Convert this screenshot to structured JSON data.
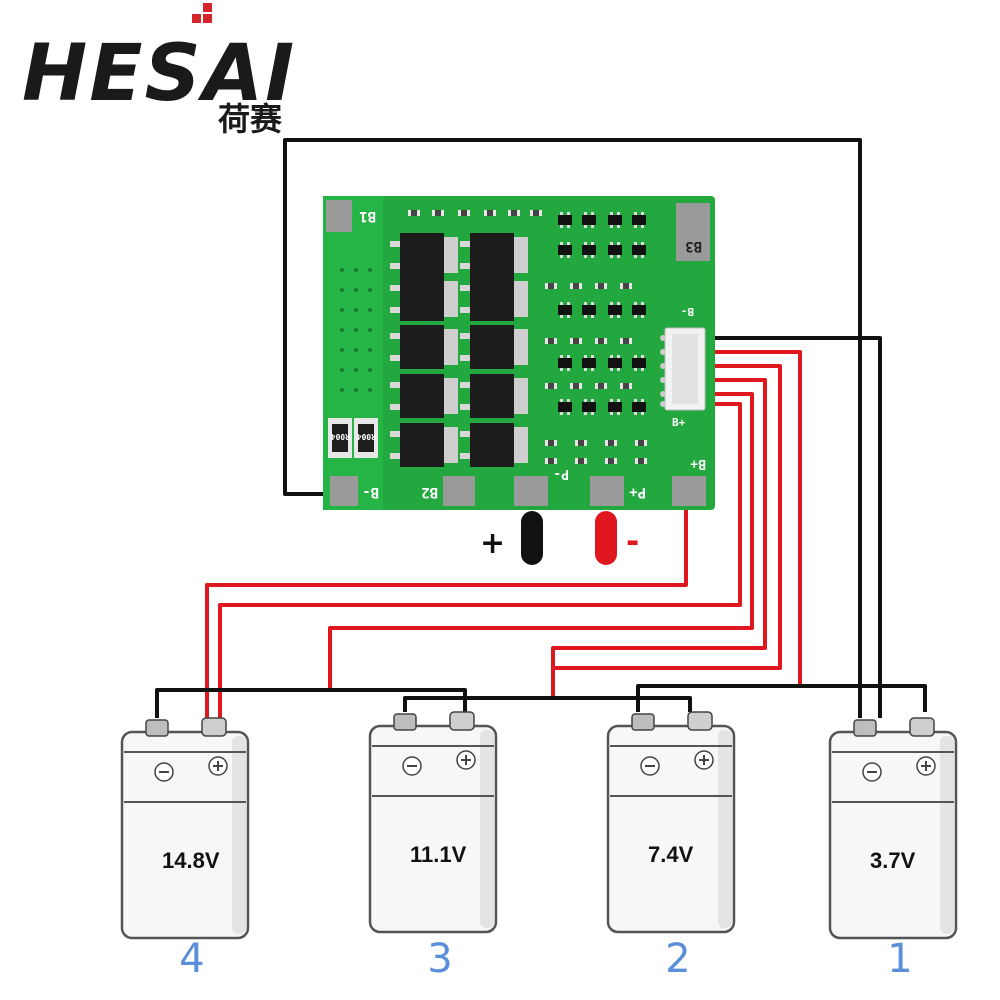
{
  "logo": {
    "brand": "HESAI",
    "chinese": "荷赛"
  },
  "board": {
    "pads": {
      "b1": "B1",
      "b2": "B2",
      "b3": "B3",
      "b_minus": "B-",
      "p_minus": "P-",
      "p_plus": "P+",
      "b_plus_side": "B+"
    },
    "connector": {
      "b_minus": "B-",
      "b_plus": "B+"
    },
    "resistors": {
      "r1": "R004",
      "r2": "R004"
    }
  },
  "output_terminals": {
    "plus_symbol": "+",
    "minus_symbol": "-"
  },
  "batteries": [
    {
      "voltage": "14.8V",
      "number": "4"
    },
    {
      "voltage": "11.1V",
      "number": "3"
    },
    {
      "voltage": "7.4V",
      "number": "2"
    },
    {
      "voltage": "3.7V",
      "number": "1"
    }
  ],
  "colors": {
    "pcb_green": "#22a83f",
    "wire_black": "#111111",
    "wire_red": "#e0171f",
    "number_blue": "#5b8fd9",
    "logo_black": "#1a1a1a",
    "logo_red": "#d6242c"
  }
}
